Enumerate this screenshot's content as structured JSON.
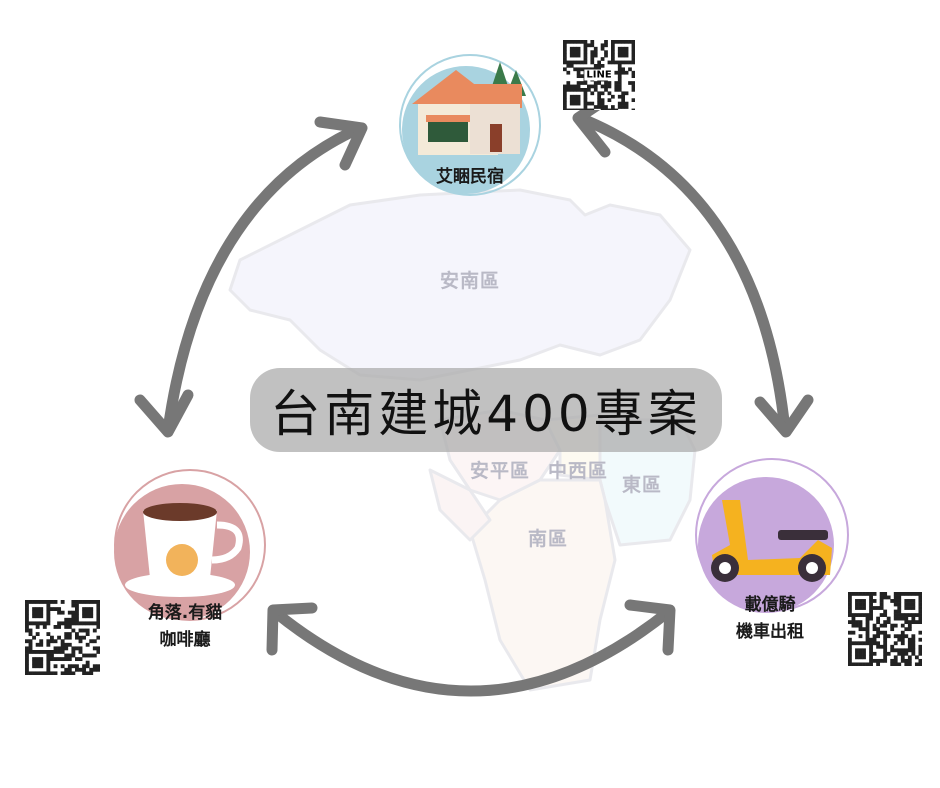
{
  "title": "台南建城400專案",
  "map": {
    "districts": [
      "安南區",
      "安平區",
      "中西區",
      "東區",
      "南區"
    ]
  },
  "nodes": {
    "top": {
      "name": "艾睏民宿",
      "qr_badge": "LINE",
      "color": "#a9d3e0"
    },
    "left": {
      "line1": "角落.有貓",
      "line2": "咖啡廳",
      "color": "#d8a2a4"
    },
    "right": {
      "line1": "載億騎",
      "line2": "機車出租",
      "color": "#c7a8dc"
    }
  },
  "arrow_color": "#777777"
}
